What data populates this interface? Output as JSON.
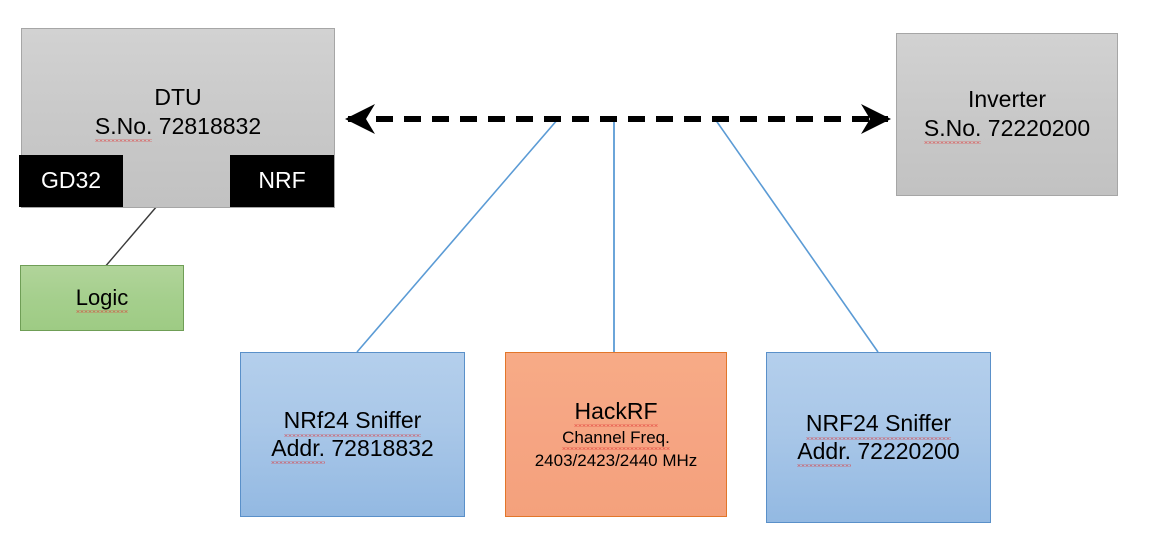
{
  "diagram": {
    "title": "HoymilesDTU-InverterRFSniffingSetup",
    "background": "#ffffff",
    "colors": {
      "device_grey": "#c8c8c8",
      "chip_black": "#000000",
      "logic_green": "#a5cf8d",
      "sniffer_blue": "#a9c7e8",
      "hackrf_orange": "#f6a583",
      "connector_blue": "#5b9bd5",
      "link_black": "#000000",
      "spellcheck_red": "#e03131"
    },
    "nodes": {
      "dtu": {
        "label": "DTU",
        "serial_label": "S.No.",
        "serial_value": "72818832",
        "serial_full": "S.No. 72818832"
      },
      "inverter": {
        "label": "Inverter",
        "serial_label": "S.No.",
        "serial_value": "72220200",
        "serial_full": "S.No. 72220200"
      },
      "gd32": {
        "label": "GD32"
      },
      "nrf": {
        "label": "NRF"
      },
      "logic": {
        "label": "Logic"
      },
      "sniffer_left": {
        "label": "NRf24 Sniffer",
        "addr_label": "Addr.",
        "addr_value": "72818832",
        "addr_full": "Addr. 72818832"
      },
      "sniffer_right": {
        "label": "NRF24 Sniffer",
        "addr_label": "Addr.",
        "addr_value": "72220200",
        "addr_full": "Addr. 72220200"
      },
      "hackrf": {
        "label": "HackRF",
        "channel_label": "Channel Freq.",
        "channel_value": "2403/2423/2440 MHz",
        "channels_mhz": [
          2403,
          2423,
          2440
        ]
      }
    },
    "connectors": {
      "dtu_inverter_link": {
        "style": "dashed",
        "arrowheads": "both",
        "from": "dtu",
        "to": "inverter"
      },
      "gd32_nrf_link": {
        "style": "solid",
        "arrowheads": "both",
        "from": "gd32",
        "to": "nrf"
      },
      "logic_probe_line": {
        "style": "solid",
        "arrowheads": "none",
        "from": "logic",
        "to": "gd32-nrf-bus"
      },
      "sniffer_left_tap": {
        "style": "solid",
        "arrowheads": "none",
        "from": "sniffer_left",
        "to": "dtu_inverter_link"
      },
      "hackrf_tap": {
        "style": "solid",
        "arrowheads": "none",
        "from": "hackrf",
        "to": "dtu_inverter_link"
      },
      "sniffer_right_tap": {
        "style": "solid",
        "arrowheads": "none",
        "from": "sniffer_right",
        "to": "dtu_inverter_link"
      }
    }
  }
}
